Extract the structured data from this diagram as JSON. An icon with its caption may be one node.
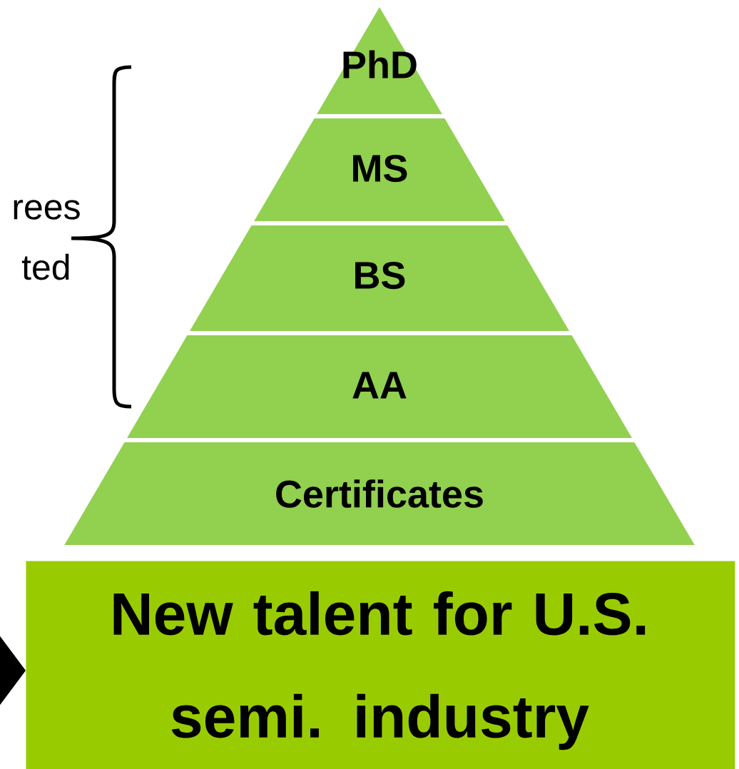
{
  "diagram": {
    "nodes": [
      {
        "text": [
          "PhD"
        ]
      },
      {
        "text": [
          "MS"
        ]
      },
      {
        "text": [
          "BS"
        ]
      },
      {
        "text": [
          "AA"
        ]
      },
      {
        "text": [
          "Certificates"
        ]
      },
      {
        "text": [
          "New talent for U.S. semi. industry"
        ]
      }
    ],
    "edges": [
      {
        "from": null,
        "to": 5,
        "arrow": "to"
      }
    ],
    "labels": [
      "rees",
      "ted"
    ]
  }
}
